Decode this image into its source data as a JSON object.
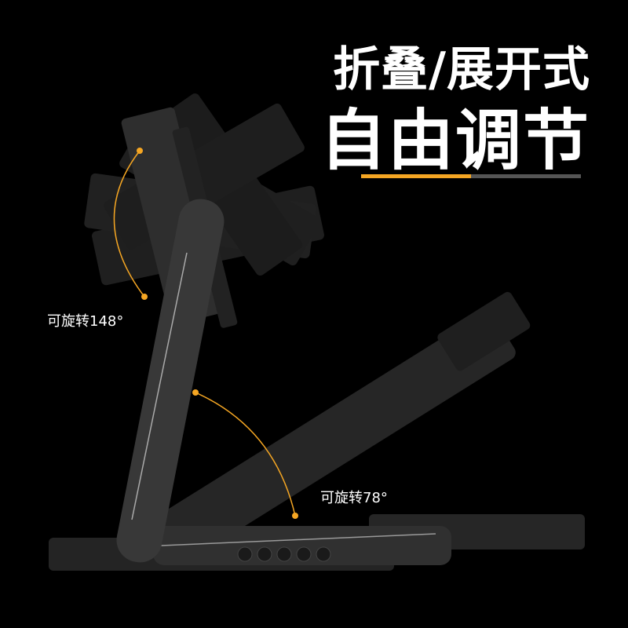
{
  "headline": {
    "line1": "折叠/展开式",
    "line2": "自由调节"
  },
  "divider": {
    "progress": 0.5,
    "accent_color": "#f5a623",
    "track_color": "#555555"
  },
  "annotations": {
    "top_arm_rotation": "可旋转148°",
    "lower_arm_rotation": "可旋转78°"
  },
  "colors": {
    "background": "#000000",
    "stand_body": "#2b2b2b",
    "ghost_panel": "#3a3a3a",
    "arc_color": "#f5a623"
  }
}
